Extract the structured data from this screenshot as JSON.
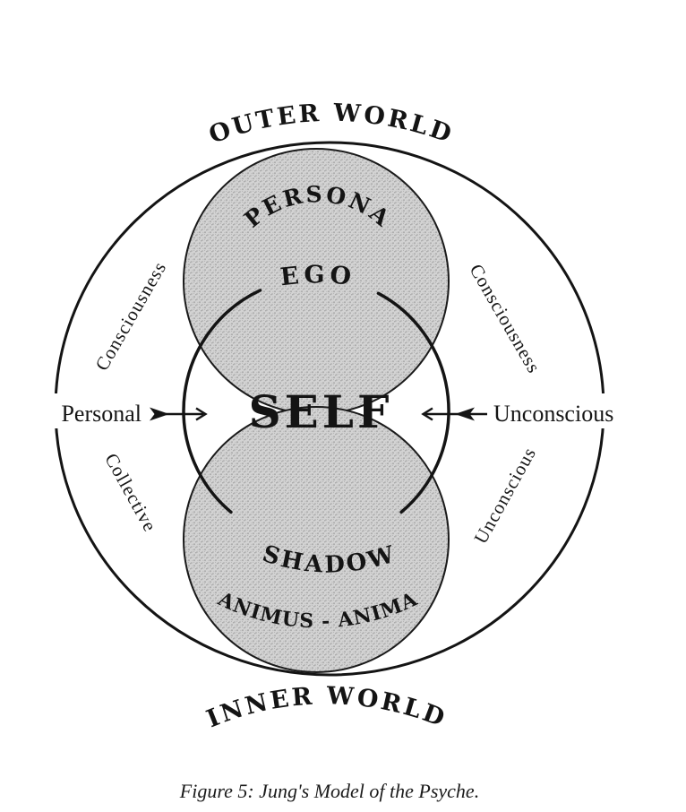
{
  "figure": {
    "outer_top_label": "OUTER WORLD",
    "outer_bottom_label": "INNER WORLD",
    "regions": {
      "persona": "PERSONA",
      "ego": "EGO",
      "self": "SELF",
      "shadow": "SHADOW",
      "animus_anima": "ANIMUS - ANIMA"
    },
    "ring_labels": {
      "upper_left": "Consciousness",
      "upper_right": "Consciousness",
      "lower_left": "Collective",
      "lower_right": "Unconscious"
    },
    "arrow_labels": {
      "left": "Personal",
      "right": "Unconscious"
    },
    "icons": {
      "left_arrow": "arrow-pointing-right",
      "right_arrow": "arrow-pointing-left"
    },
    "caption": "Figure 5: Jung's Model of the Psyche.",
    "colors": {
      "ink": "#141414",
      "circle_fill": "#cbcbcb",
      "background": "#ffffff"
    }
  }
}
